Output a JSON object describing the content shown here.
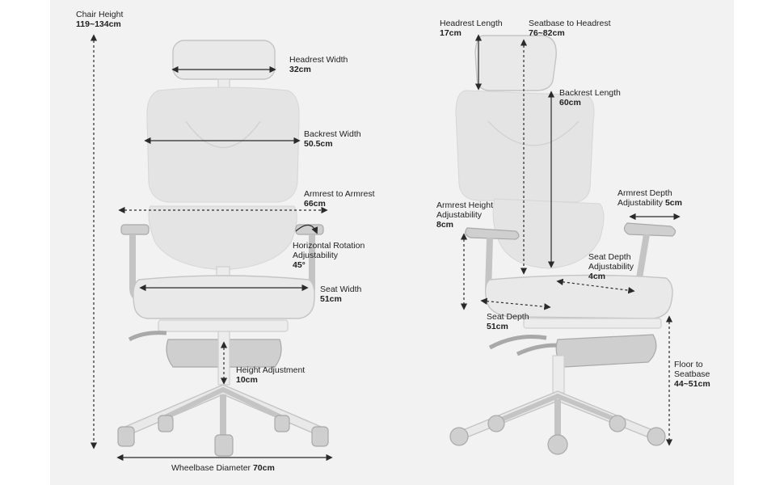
{
  "labels": {
    "chair_height": {
      "title": "Chair Height",
      "value": "119~134cm"
    },
    "headrest_width": {
      "title": "Headrest Width",
      "value": "32cm"
    },
    "backrest_width": {
      "title": "Backrest Width",
      "value": "50.5cm"
    },
    "armrest_to_armrest": {
      "title": "Armrest to Armrest",
      "value": "66cm"
    },
    "horizontal_rotation": {
      "title1": "Horizontal Rotation",
      "title2": "Adjustability",
      "value": "45°"
    },
    "seat_width": {
      "title": "Seat Width",
      "value": "51cm"
    },
    "height_adjustment": {
      "title": "Height Adjustment",
      "value": "10cm"
    },
    "wheelbase_diameter": {
      "title": "Wheelbase Diameter ",
      "value": "70cm"
    },
    "headrest_length": {
      "title": "Headrest Length",
      "value": "17cm"
    },
    "seatbase_to_headrest": {
      "title": "Seatbase to Headrest",
      "value": "76~82cm"
    },
    "backrest_length": {
      "title": "Backrest Length",
      "value": "60cm"
    },
    "armrest_height": {
      "title1": "Armrest Height",
      "title2": "Adjustability",
      "value": "8cm"
    },
    "armrest_depth": {
      "title1": "Armrest Depth",
      "title2": "Adjustability ",
      "value": "5cm"
    },
    "seat_depth_adjustability": {
      "title1": "Seat Depth",
      "title2": "Adjustability",
      "value": "4cm"
    },
    "seat_depth": {
      "title": "Seat Depth",
      "value": "51cm"
    },
    "floor_to_seatbase": {
      "title1": "Floor to",
      "title2": "Seatbase",
      "value": "44~51cm"
    }
  },
  "colors": {
    "panel": "#f2f2f2",
    "line": "#2a2a2a",
    "chair": "#e9e9e9"
  }
}
